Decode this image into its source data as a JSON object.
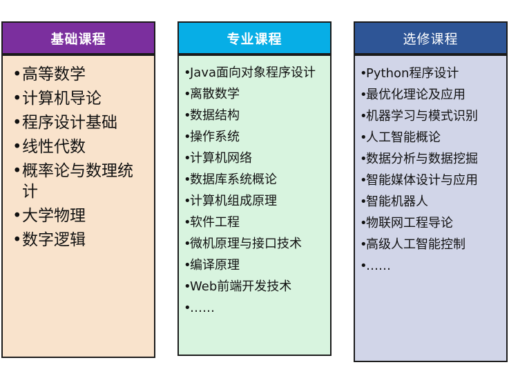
{
  "columns": [
    {
      "title": "基础课程",
      "bullet": "•",
      "items": [
        "高等数学",
        "计算机导论",
        "程序设计基础",
        "线性代数",
        "概率论与数理统计",
        "大学物理",
        "数字逻辑"
      ]
    },
    {
      "title": "专业课程",
      "bullet": "•",
      "items": [
        "Java面向对象程序设计",
        "离散数学",
        "数据结构",
        "操作系统",
        "计算机网络",
        "数据库系统概论",
        "计算机组成原理",
        "软件工程",
        "微机原理与接口技术",
        "编译原理",
        "Web前端开发技术",
        "……"
      ]
    },
    {
      "title": "选修课程",
      "bullet": "•",
      "items": [
        "Python程序设计",
        "最优化理论及应用",
        "机器学习与模式识别",
        "人工智能概论",
        "数据分析与数据挖掘",
        "智能媒体设计与应用",
        "智能机器人",
        "物联网工程导论",
        "高级人工智能控制",
        "……"
      ]
    }
  ],
  "colors": {
    "basic_header": "#7b2f9e",
    "basic_body": "#f9e3cc",
    "major_header": "#07aee6",
    "major_body": "#d8f4df",
    "elective_header": "#2e5596",
    "elective_body": "#d1d5e8",
    "border": "#1a1a1a"
  }
}
